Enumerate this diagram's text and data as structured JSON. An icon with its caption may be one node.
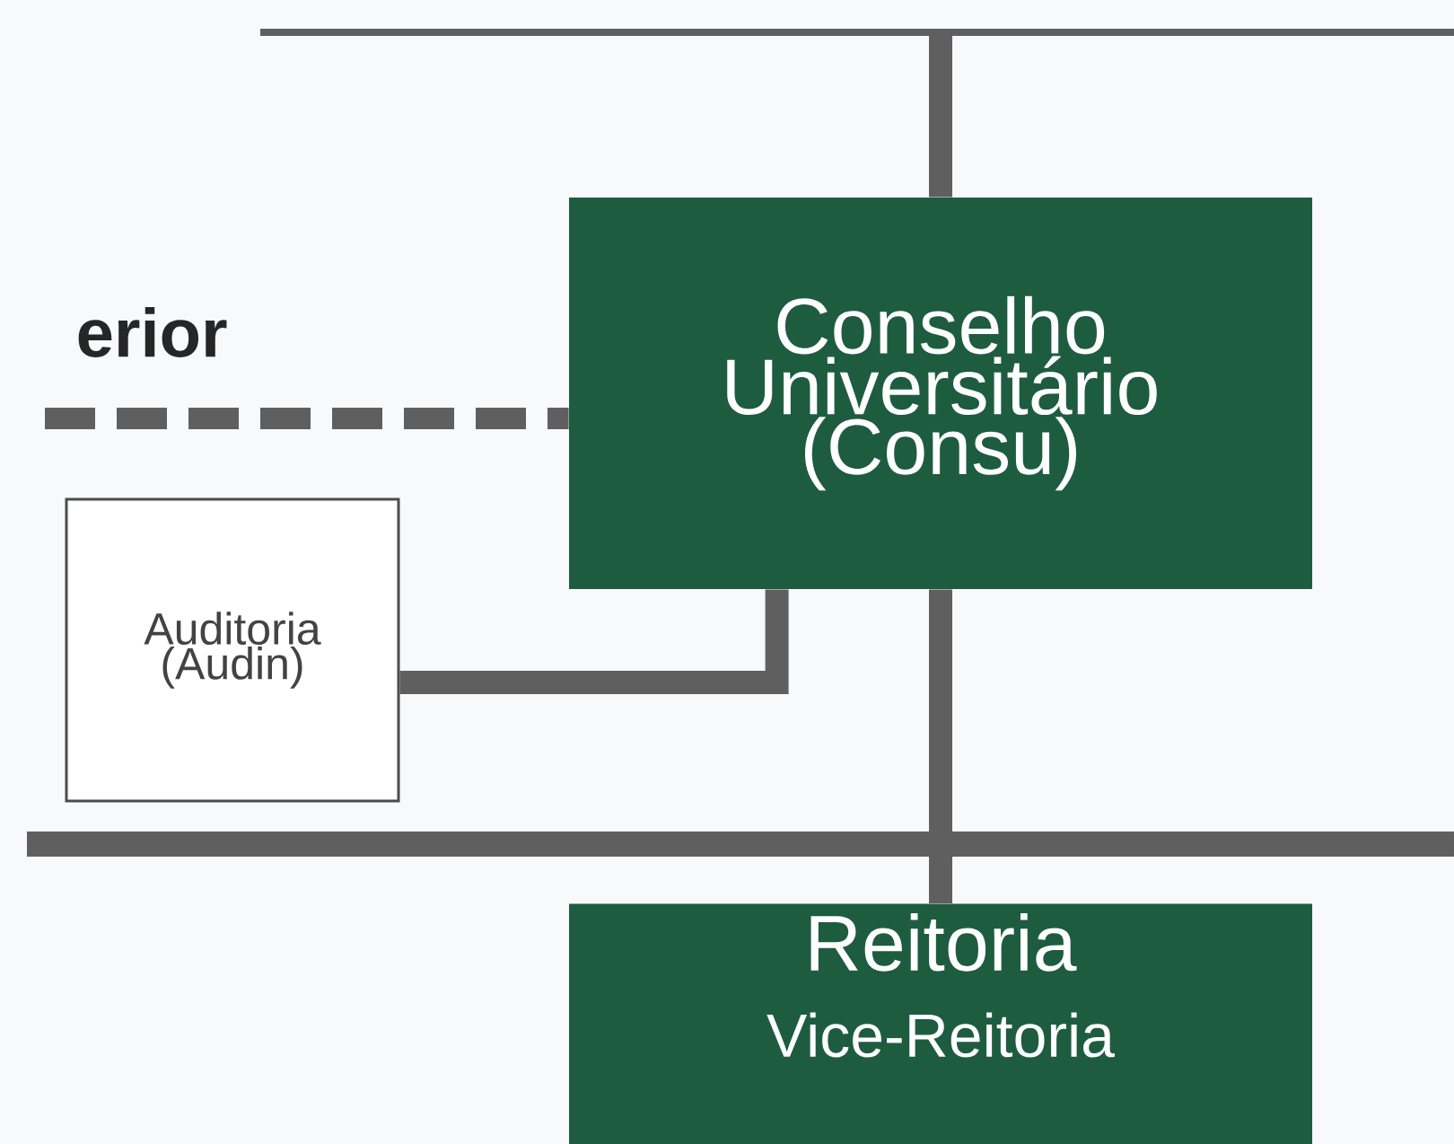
{
  "diagram": {
    "nodes": [
      {
        "text": [
          "Conselho Universitário (Consu)"
        ]
      },
      {
        "text": [
          "Auditoria (Audin)"
        ]
      },
      {
        "text": [
          "Reitoria",
          "Vice-Reitoria"
        ]
      }
    ],
    "edges": [
      {
        "from": null,
        "to": 0,
        "arrow": "none"
      },
      {
        "from": null,
        "to": 0,
        "arrow": "none",
        "style": "dashed"
      },
      {
        "from": 1,
        "to": 0,
        "arrow": "none"
      },
      {
        "from": 0,
        "to": 2,
        "arrow": "none"
      }
    ],
    "labels": [
      "erior"
    ]
  }
}
